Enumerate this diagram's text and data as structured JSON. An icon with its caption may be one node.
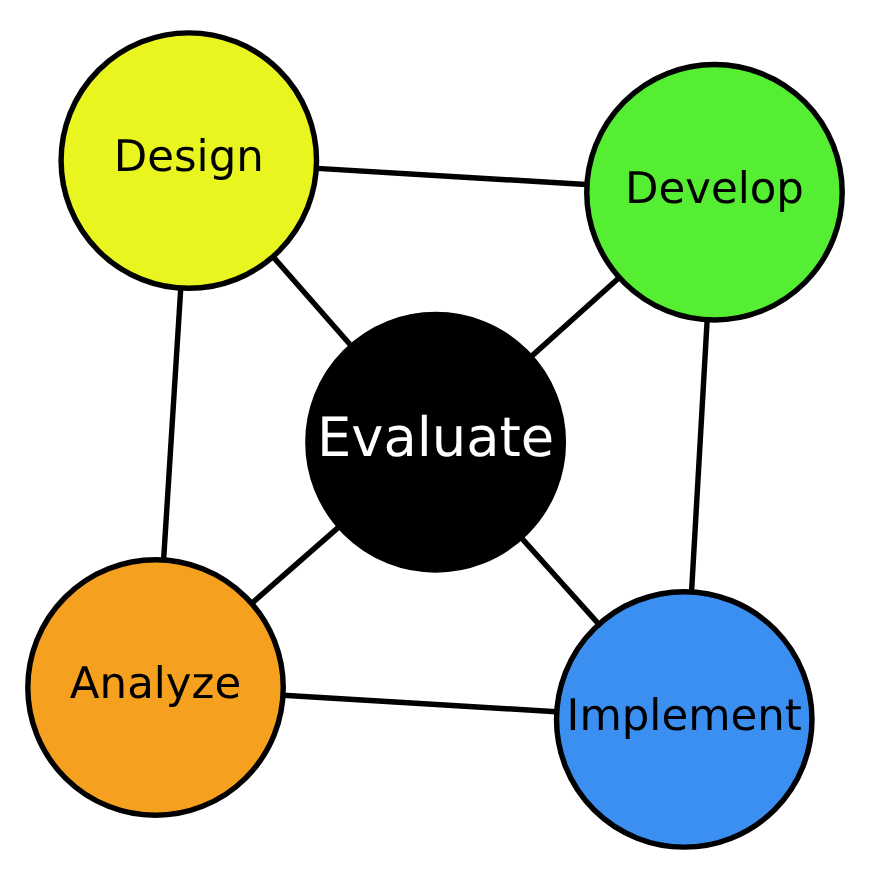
{
  "diagram": {
    "nodes": [
      {
        "text": [
          "Analyze"
        ]
      },
      {
        "text": [
          "Implement"
        ]
      },
      {
        "text": [
          "Evaluate"
        ]
      },
      {
        "text": [
          "Design"
        ]
      },
      {
        "text": [
          "Develop"
        ]
      }
    ],
    "edges": [
      {
        "from": 2,
        "to": 0,
        "arrow": "none"
      },
      {
        "from": 2,
        "to": 1,
        "arrow": "none"
      },
      {
        "from": 2,
        "to": 3,
        "arrow": "none"
      },
      {
        "from": 2,
        "to": 4,
        "arrow": "none"
      },
      {
        "from": 0,
        "to": 3,
        "arrow": "none"
      },
      {
        "from": 3,
        "to": 4,
        "arrow": "none"
      },
      {
        "from": 4,
        "to": 1,
        "arrow": "none"
      },
      {
        "from": 1,
        "to": 0,
        "arrow": "none"
      }
    ]
  }
}
